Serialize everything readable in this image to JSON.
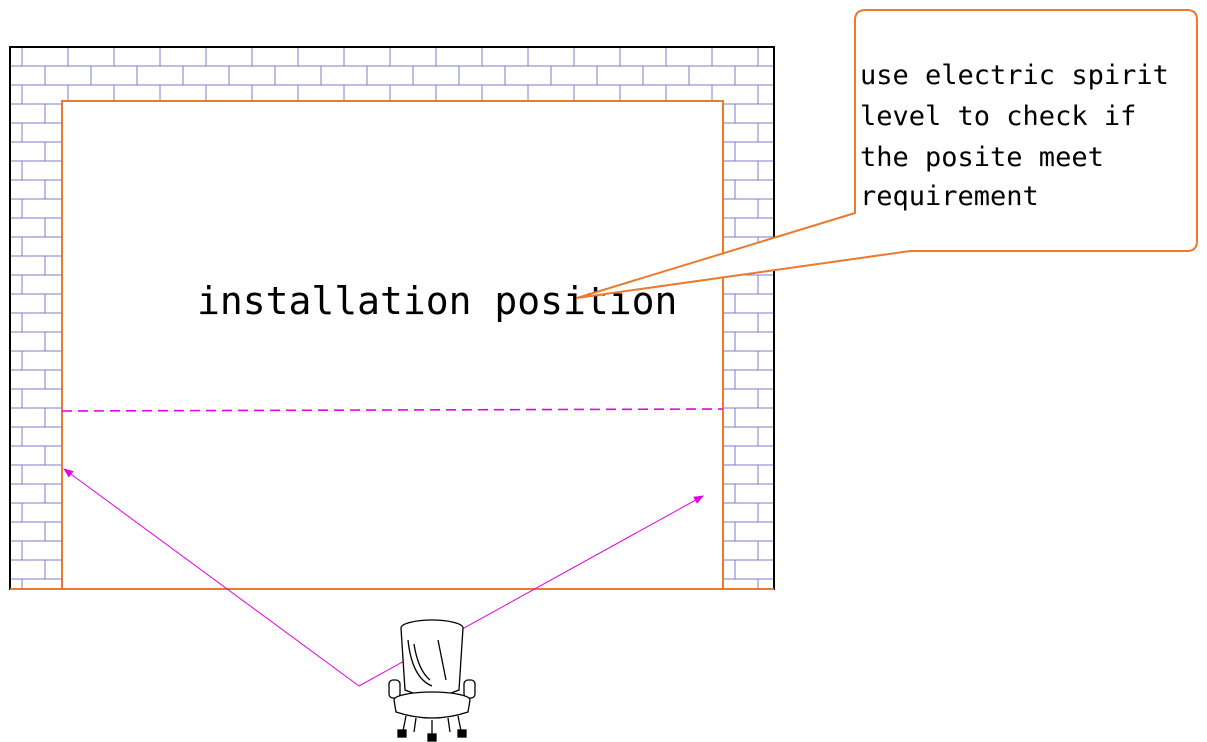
{
  "diagram": {
    "opening_label": "installation position",
    "callout_lines": [
      "use electric spirit",
      "level to check if",
      "the posite meet",
      "requirement"
    ],
    "colors": {
      "wall_outline": "#000000",
      "brick_lines": "#7d7dc8",
      "frame": "#ec7a2c",
      "laser_line": "#e600e6",
      "callout_border": "#ec7a2c",
      "text": "#000000"
    },
    "icons": {
      "laser_device": "laser-level-icon",
      "arrow": "arrow-head-icon"
    }
  }
}
